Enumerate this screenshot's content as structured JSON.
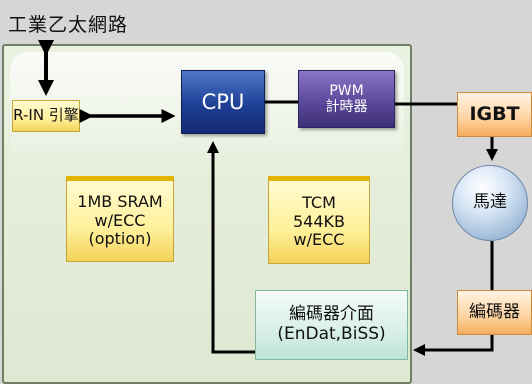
{
  "title": "工業乙太網路",
  "blocks": {
    "rin": [
      "R-IN 引擎"
    ],
    "cpu": [
      "CPU"
    ],
    "pwm": [
      "PWM",
      "計時器"
    ],
    "sram": [
      "1MB SRAM",
      "w/ECC",
      "(option)"
    ],
    "tcm": [
      "TCM",
      "544KB",
      "w/ECC"
    ],
    "encoder_interface": [
      "編碼器介面",
      "(EnDat,BiSS)"
    ],
    "igbt": [
      "IGBT"
    ],
    "motor": [
      "馬達"
    ],
    "encoder": [
      "編碼器"
    ]
  },
  "colors": {
    "chip_border": "#6f7f63",
    "cpu": "#1e3f96",
    "pwm": "#5c4a9c",
    "memory": "#fff09a",
    "igbt_encoder": "#ffd3a0",
    "encoder_interface": "#d8f0e6",
    "motor": "#9fbbd9"
  }
}
